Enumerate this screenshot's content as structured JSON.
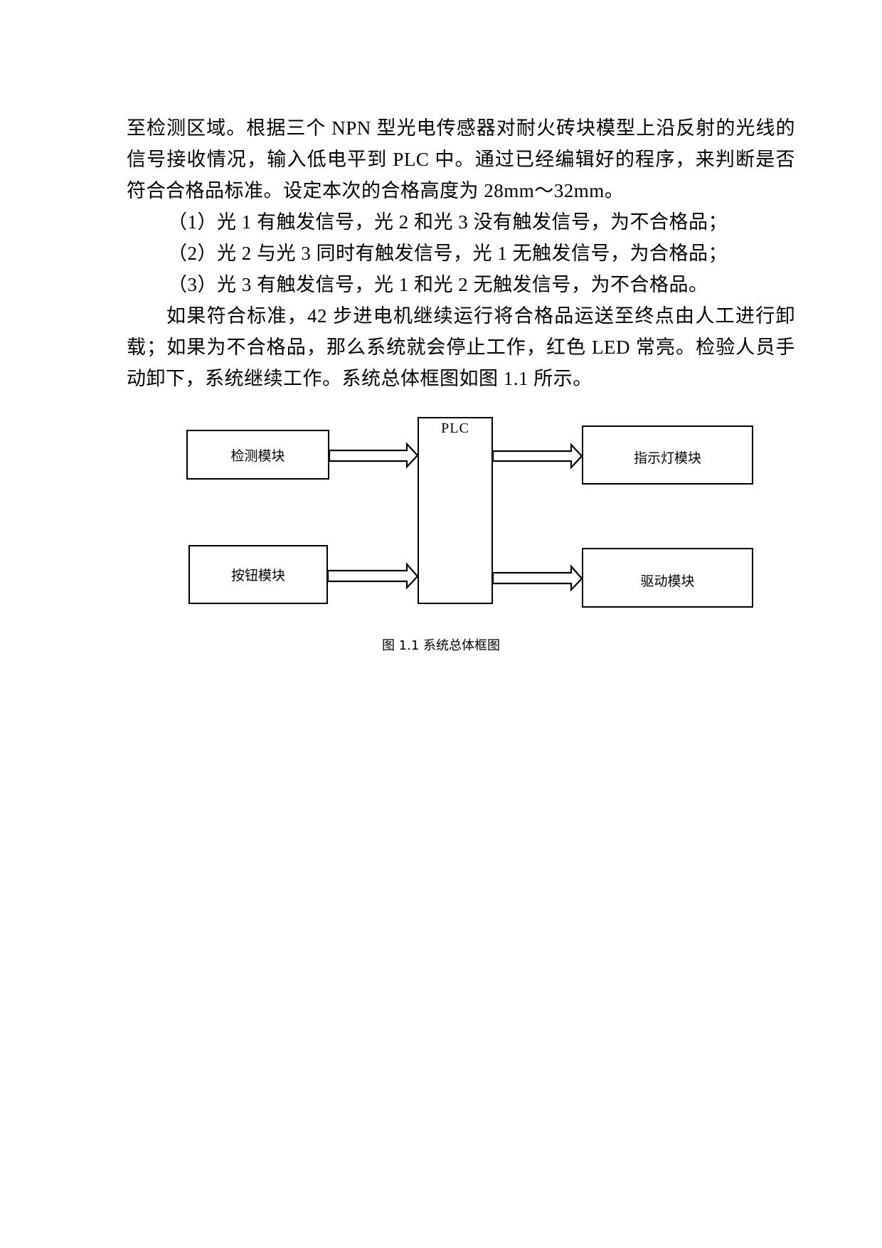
{
  "document": {
    "paragraph_1": "至检测区域。根据三个 NPN 型光电传感器对耐火砖块模型上沿反射的光线的信号接收情况，输入低电平到 PLC 中。通过已经编辑好的程序，来判断是否符合合格品标准。设定本次的合格高度为 28mm～32mm。",
    "conditions": [
      "（1）光 1 有触发信号，光 2 和光 3 没有触发信号，为不合格品；",
      "（2）光 2 与光 3 同时有触发信号，光 1 无触发信号，为合格品；",
      "（3）光 3 有触发信号，光 1 和光 2 无触发信号，为不合格品。"
    ],
    "paragraph_2": "如果符合标准，42 步进电机继续运行将合格品运送至终点由人工进行卸载；如果为不合格品，那么系统就会停止工作，红色 LED 常亮。检验人员手动卸下，系统继续工作。系统总体框图如图 1.1 所示。"
  },
  "figure": {
    "caption": "图 1.1 系统总体框图",
    "blocks": {
      "detect": "检测模块",
      "button": "按钮模块",
      "plc": "PLC",
      "indicator": "指示灯模块",
      "drive": "驱动模块"
    },
    "connections": [
      {
        "from": "检测模块",
        "to": "PLC"
      },
      {
        "from": "按钮模块",
        "to": "PLC"
      },
      {
        "from": "PLC",
        "to": "指示灯模块"
      },
      {
        "from": "PLC",
        "to": "驱动模块"
      }
    ]
  }
}
